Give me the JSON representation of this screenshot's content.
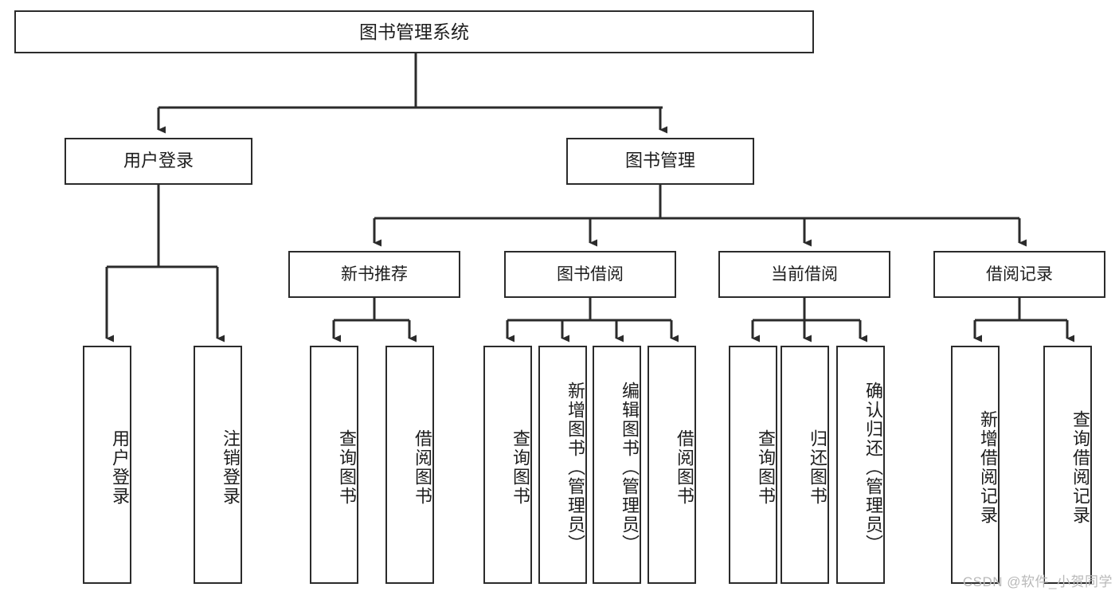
{
  "diagram": {
    "title": "图书管理系统",
    "type": "tree-hierarchy",
    "stroke_color": "#2b2b2b",
    "text_color": "#1d1d1d",
    "background_color": "#ffffff",
    "watermark": "CSDN @软件_小贺同学",
    "watermark_color": "#b9b9b9",
    "root": {
      "label": "图书管理系统"
    },
    "level2": [
      {
        "label": "用户登录"
      },
      {
        "label": "图书管理"
      }
    ],
    "level3": [
      {
        "label": "新书推荐"
      },
      {
        "label": "图书借阅"
      },
      {
        "label": "当前借阅"
      },
      {
        "label": "借阅记录"
      }
    ],
    "leaves": {
      "user_login": [
        {
          "label": "用户登录"
        },
        {
          "label": "注销登录"
        }
      ],
      "new_book_recommend": [
        {
          "label": "查询图书"
        },
        {
          "label": "借阅图书"
        }
      ],
      "book_borrow": [
        {
          "label": "查询图书"
        },
        {
          "label": "新增图书（管理员）"
        },
        {
          "label": "编辑图书（管理员）"
        },
        {
          "label": "借阅图书"
        }
      ],
      "current_borrow": [
        {
          "label": "查询图书"
        },
        {
          "label": "归还图书"
        },
        {
          "label": "确认归还（管理员）"
        }
      ],
      "borrow_record": [
        {
          "label": "新增借阅记录"
        },
        {
          "label": "查询借阅记录"
        }
      ]
    }
  }
}
